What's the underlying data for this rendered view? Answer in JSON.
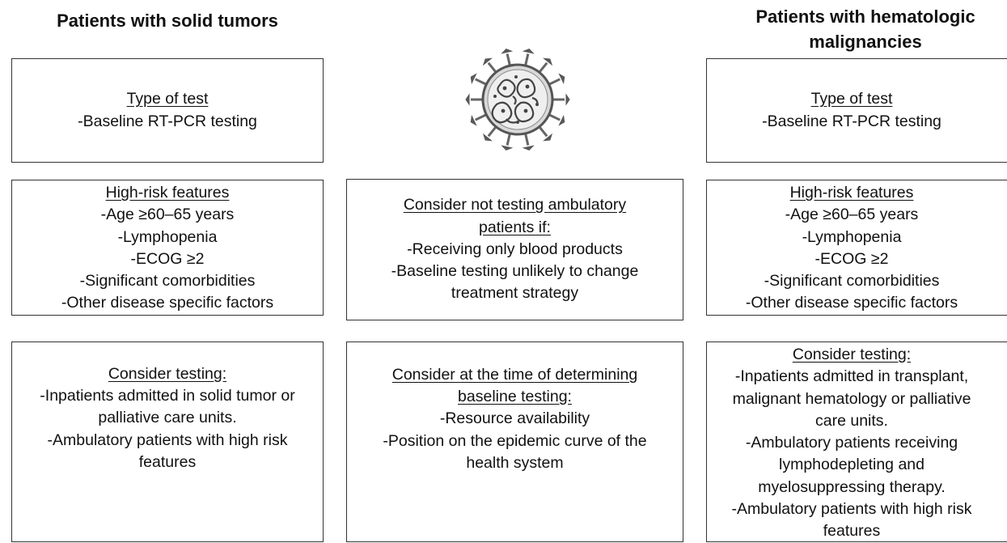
{
  "headings": {
    "left": "Patients with solid tumors",
    "right": "Patients with hematologic malignancies"
  },
  "left": {
    "test_box": {
      "title": "Type of test",
      "lines": [
        "-Baseline  RT-PCR testing"
      ]
    },
    "risk_box": {
      "title": "High-risk features",
      "lines": [
        "-Age ≥60–65 years",
        "-Lymphopenia",
        "-ECOG ≥2",
        "-Significant comorbidities",
        "-Other disease specific factors"
      ]
    },
    "consider_box": {
      "title": "Consider testing:",
      "lines": [
        "-Inpatients admitted in solid tumor or palliative care units.",
        "-Ambulatory patients with high risk features"
      ]
    }
  },
  "center": {
    "icon": "coronavirus-icon",
    "not_testing_box": {
      "title": "Consider not testing ambulatory patients if:",
      "lines": [
        "-Receiving only blood products",
        "-Baseline testing unlikely to change treatment strategy"
      ]
    },
    "determine_box": {
      "title": "Consider at the time of determining baseline testing:",
      "lines": [
        "-Resource  availability",
        "-Position on the epidemic curve of the health system"
      ]
    }
  },
  "right": {
    "test_box": {
      "title": "Type of test",
      "lines": [
        "-Baseline  RT-PCR testing"
      ]
    },
    "risk_box": {
      "title": "High-risk features",
      "lines": [
        "-Age ≥60–65 years",
        "-Lymphopenia",
        "-ECOG ≥2",
        "-Significant comorbidities",
        "-Other disease specific factors"
      ]
    },
    "consider_box": {
      "title": "Consider testing:",
      "lines": [
        "-Inpatients admitted in transplant, malignant hematology or palliative care units.",
        "-Ambulatory patients receiving lymphodepleting and myelosuppressing therapy.",
        "-Ambulatory patients with high risk features"
      ]
    }
  }
}
